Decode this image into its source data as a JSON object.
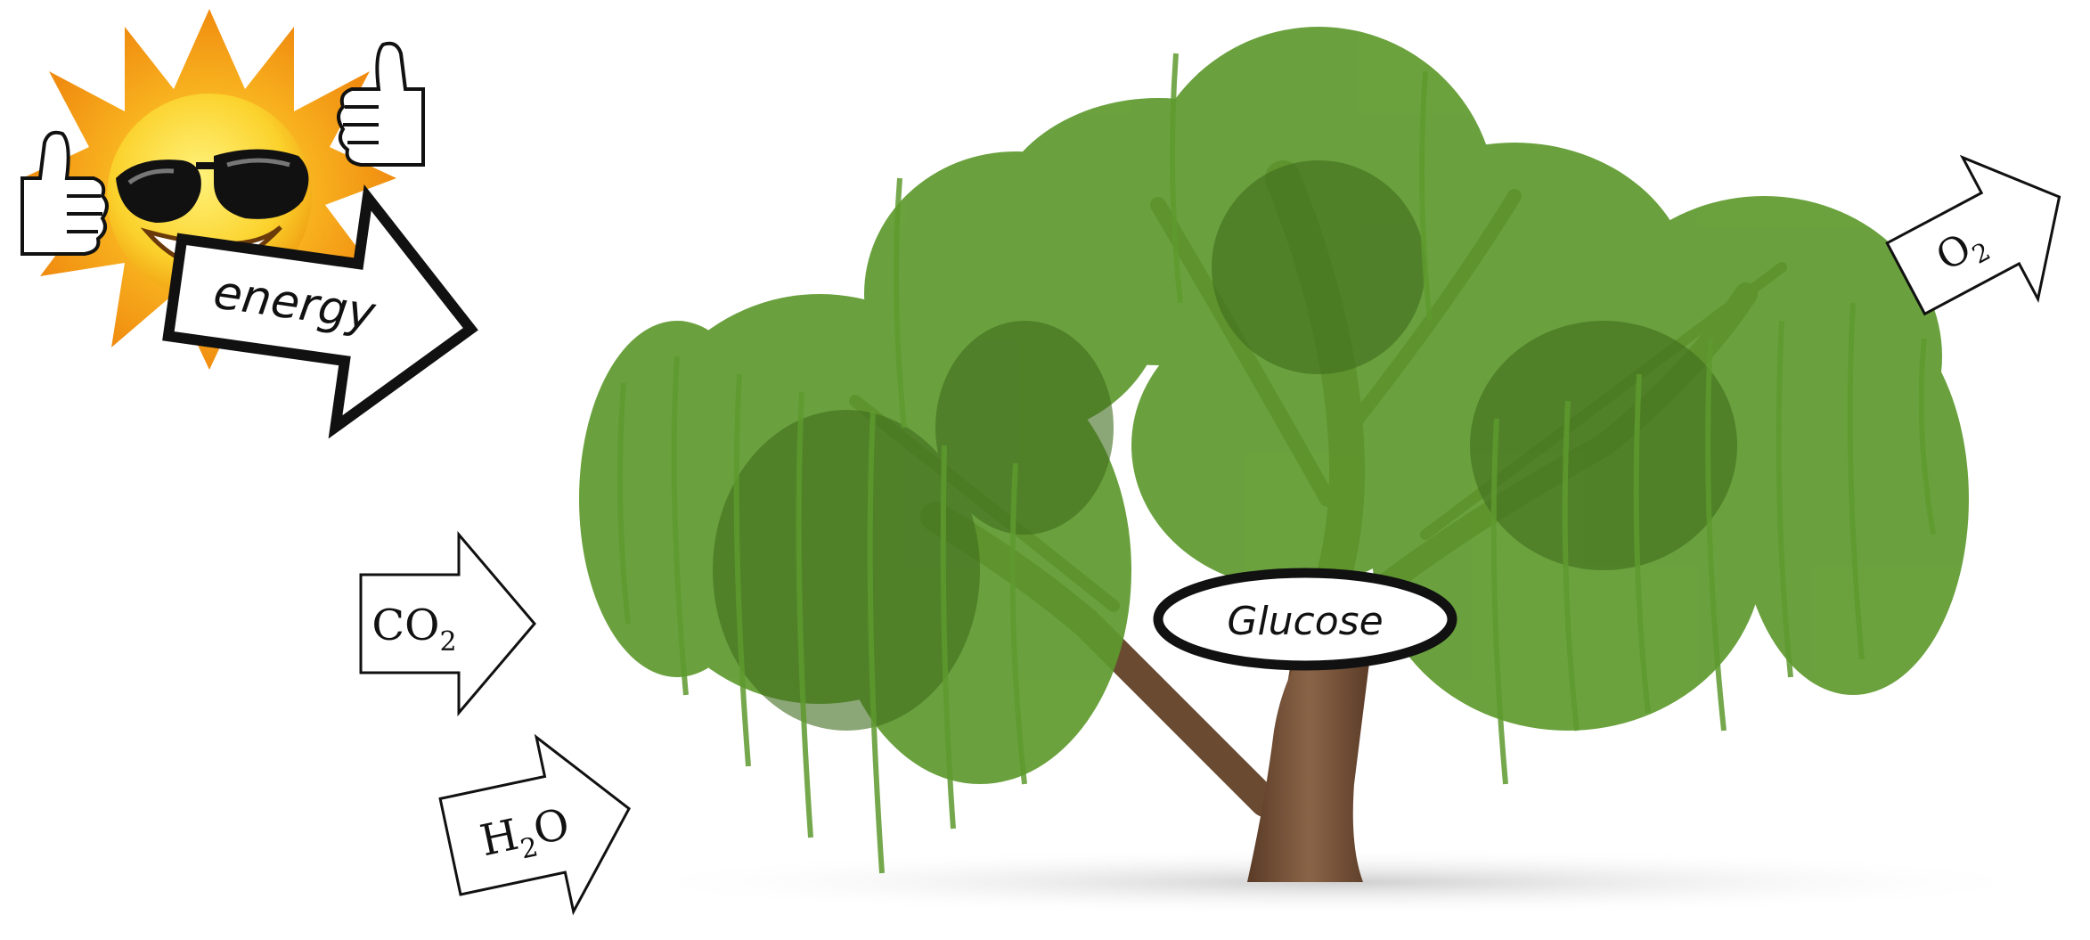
{
  "title": "",
  "labels": {
    "energy": "energy",
    "co2_main": "CO",
    "co2_sub": "2",
    "h2o_h": "H",
    "h2o_sub": "2",
    "h2o_o": "O",
    "o2_main": "O",
    "o2_sub": "2",
    "glucose": "Glucose"
  },
  "icons": {
    "sun": "smiling-sun-with-sunglasses-thumbs-up-icon",
    "tree": "weeping-willow-tree-icon"
  },
  "colors": {
    "sun_rays": "#f7a51c",
    "sun_face": "#fbd22c",
    "foliage": "#5e9a2e",
    "foliage_dark": "#3f6d1d",
    "trunk": "#6e4b33",
    "outline": "#111111",
    "ground_shadow": "#d9d9d9"
  }
}
